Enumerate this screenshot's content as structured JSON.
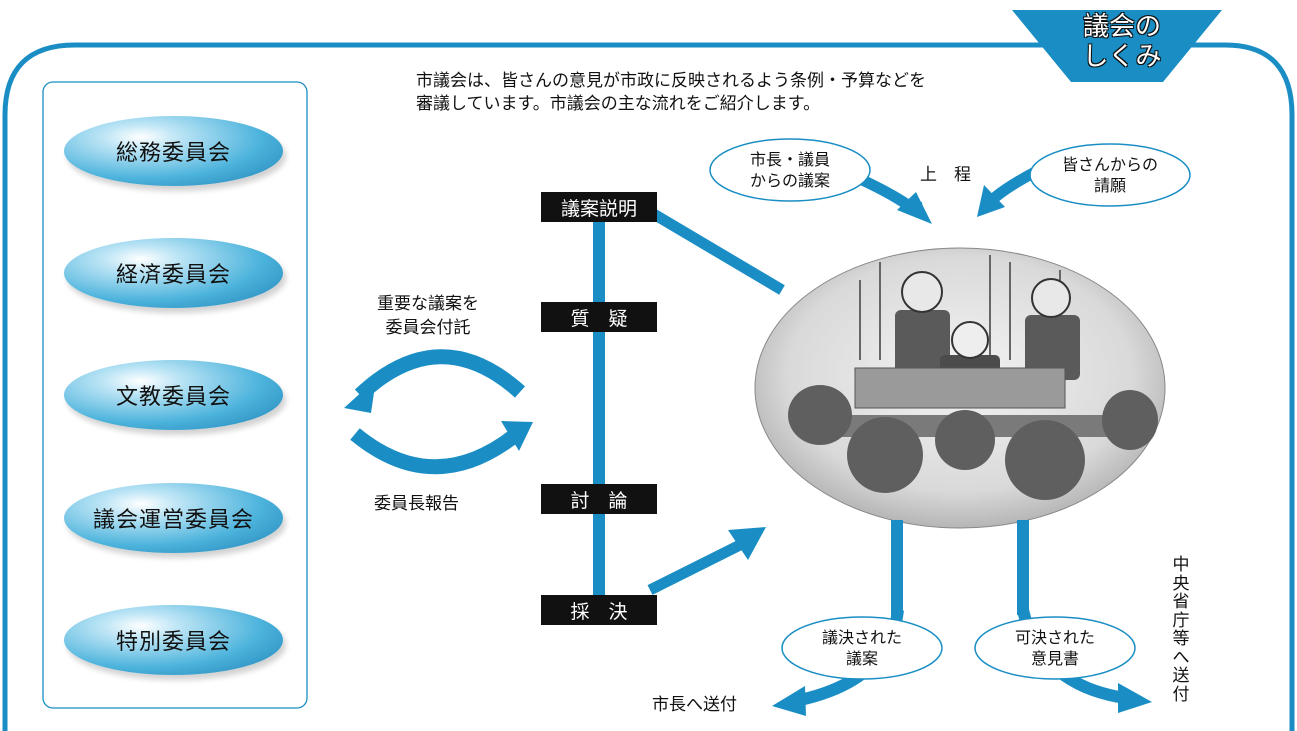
{
  "tab_title": {
    "line1": "議会の",
    "line2": "しくみ"
  },
  "intro": {
    "line1": "市議会は、皆さんの意見が市政に反映されるよう条例・予算などを",
    "line2": "審議しています。市議会の主な流れをご紹介します。"
  },
  "committees": [
    "総務委員会",
    "経済委員会",
    "文教委員会",
    "議会運営委員会",
    "特別委員会"
  ],
  "steps": {
    "explain": "議案説明",
    "question": "質　疑",
    "debate": "討　論",
    "vote": "採　決"
  },
  "referral": {
    "line1": "重要な議案を",
    "line2": "委員会付託"
  },
  "report": "委員長報告",
  "bubbles": {
    "mayor_members": {
      "line1": "市長・議員",
      "line2": "からの議案"
    },
    "petition": {
      "line1": "皆さんからの",
      "line2": "請願"
    },
    "resolved_bill": {
      "line1": "議決された",
      "line2": "議案"
    },
    "approved_opinion": {
      "line1": "可決された",
      "line2": "意見書"
    }
  },
  "agenda_label": "上　程",
  "send_mayor": "市長へ送付",
  "send_ministries": "中央省庁等へ送付",
  "colors": {
    "accent": "#1a8ec4",
    "dark": "#111111"
  }
}
